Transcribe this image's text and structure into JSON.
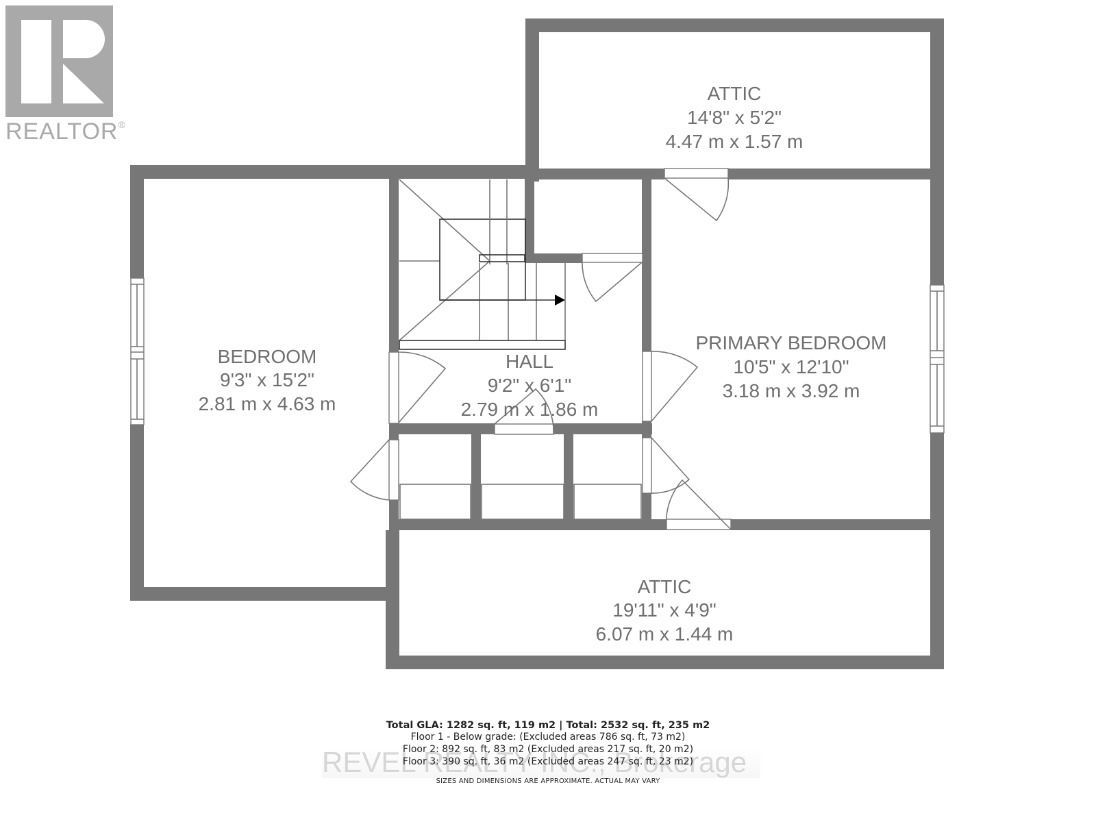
{
  "logo": {
    "icon": "realtor-r-logo-icon",
    "text": "REALTOR",
    "mark": "®",
    "color": "#a9a9a9"
  },
  "colors": {
    "wall": "#777777",
    "label": "#6f6f6f",
    "background": "#ffffff"
  },
  "rooms": [
    {
      "name": "ATTIC",
      "imperial": "14'8\" x 5'2\"",
      "metric": "4.47 m x 1.57 m"
    },
    {
      "name": "BEDROOM",
      "imperial": "9'3\" x 15'2\"",
      "metric": "2.81 m x 4.63 m"
    },
    {
      "name": "HALL",
      "imperial": "9'2\" x 6'1\"",
      "metric": "2.79 m x 1.86 m"
    },
    {
      "name": "PRIMARY BEDROOM",
      "imperial": "10'5\" x 12'10\"",
      "metric": "3.18 m x 3.92 m"
    },
    {
      "name": "ATTIC",
      "imperial": "19'11\" x 4'9\"",
      "metric": "6.07 m x 1.44 m"
    }
  ],
  "footer": {
    "total": "Total GLA: 1282 sq. ft, 119 m2 | Total: 2532 sq. ft, 235 m2",
    "floor1": "Floor 1 - Below grade: (Excluded areas 786 sq. ft, 73 m2)",
    "floor2": "Floor 2: 892 sq. ft, 83 m2 (Excluded areas 217 sq. ft, 20 m2)",
    "floor3": "Floor 3: 390 sq. ft, 36 m2 (Excluded areas 247 sq. ft, 23 m2)",
    "disclaimer": "SIZES AND DIMENSIONS ARE APPROXIMATE. ACTUAL MAY VARY"
  },
  "watermark": "REVEL REALTY INC., Brokerage"
}
